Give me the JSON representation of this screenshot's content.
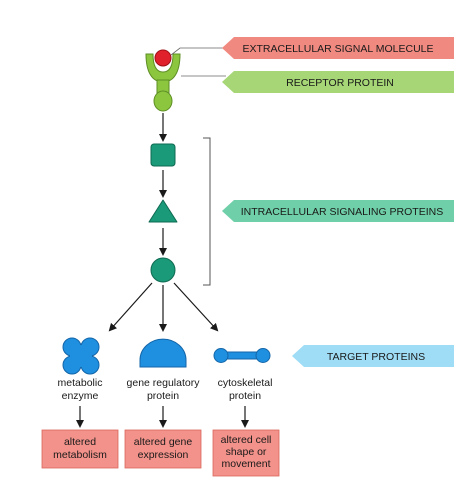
{
  "banners": {
    "signal": {
      "label": "EXTRACELLULAR SIGNAL MOLECULE",
      "color": "#f08a80"
    },
    "receptor": {
      "label": "RECEPTOR PROTEIN",
      "color": "#a6d675"
    },
    "intracellular": {
      "label": "INTRACELLULAR SIGNALING PROTEINS",
      "color": "#6fcfa8"
    },
    "targets": {
      "label": "TARGET PROTEINS",
      "color": "#9fdcf5"
    }
  },
  "targets": {
    "enzyme": {
      "line1": "metabolic",
      "line2": "enzyme"
    },
    "gene": {
      "line1": "gene regulatory",
      "line2": "protein"
    },
    "cyto": {
      "line1": "cytoskeletal",
      "line2": "protein"
    }
  },
  "outcomes": {
    "metabolism": {
      "line1": "altered",
      "line2": "metabolism"
    },
    "expression": {
      "line1": "altered gene",
      "line2": "expression"
    },
    "movement": {
      "line1": "altered cell",
      "line2": "shape or",
      "line3": "movement"
    }
  },
  "icons": [
    "signal-molecule-icon",
    "receptor-protein-icon",
    "square-protein-icon",
    "triangle-protein-icon",
    "circle-protein-icon",
    "enzyme-cross-icon",
    "gene-dome-icon",
    "cytoskeleton-rod-icon"
  ],
  "colors": {
    "signal_molecule": "#e0202a",
    "receptor": "#8cc63f",
    "signaling_protein": "#1a9a78",
    "target_protein": "#1f8fe0",
    "outcome_box": "#f3928a"
  }
}
